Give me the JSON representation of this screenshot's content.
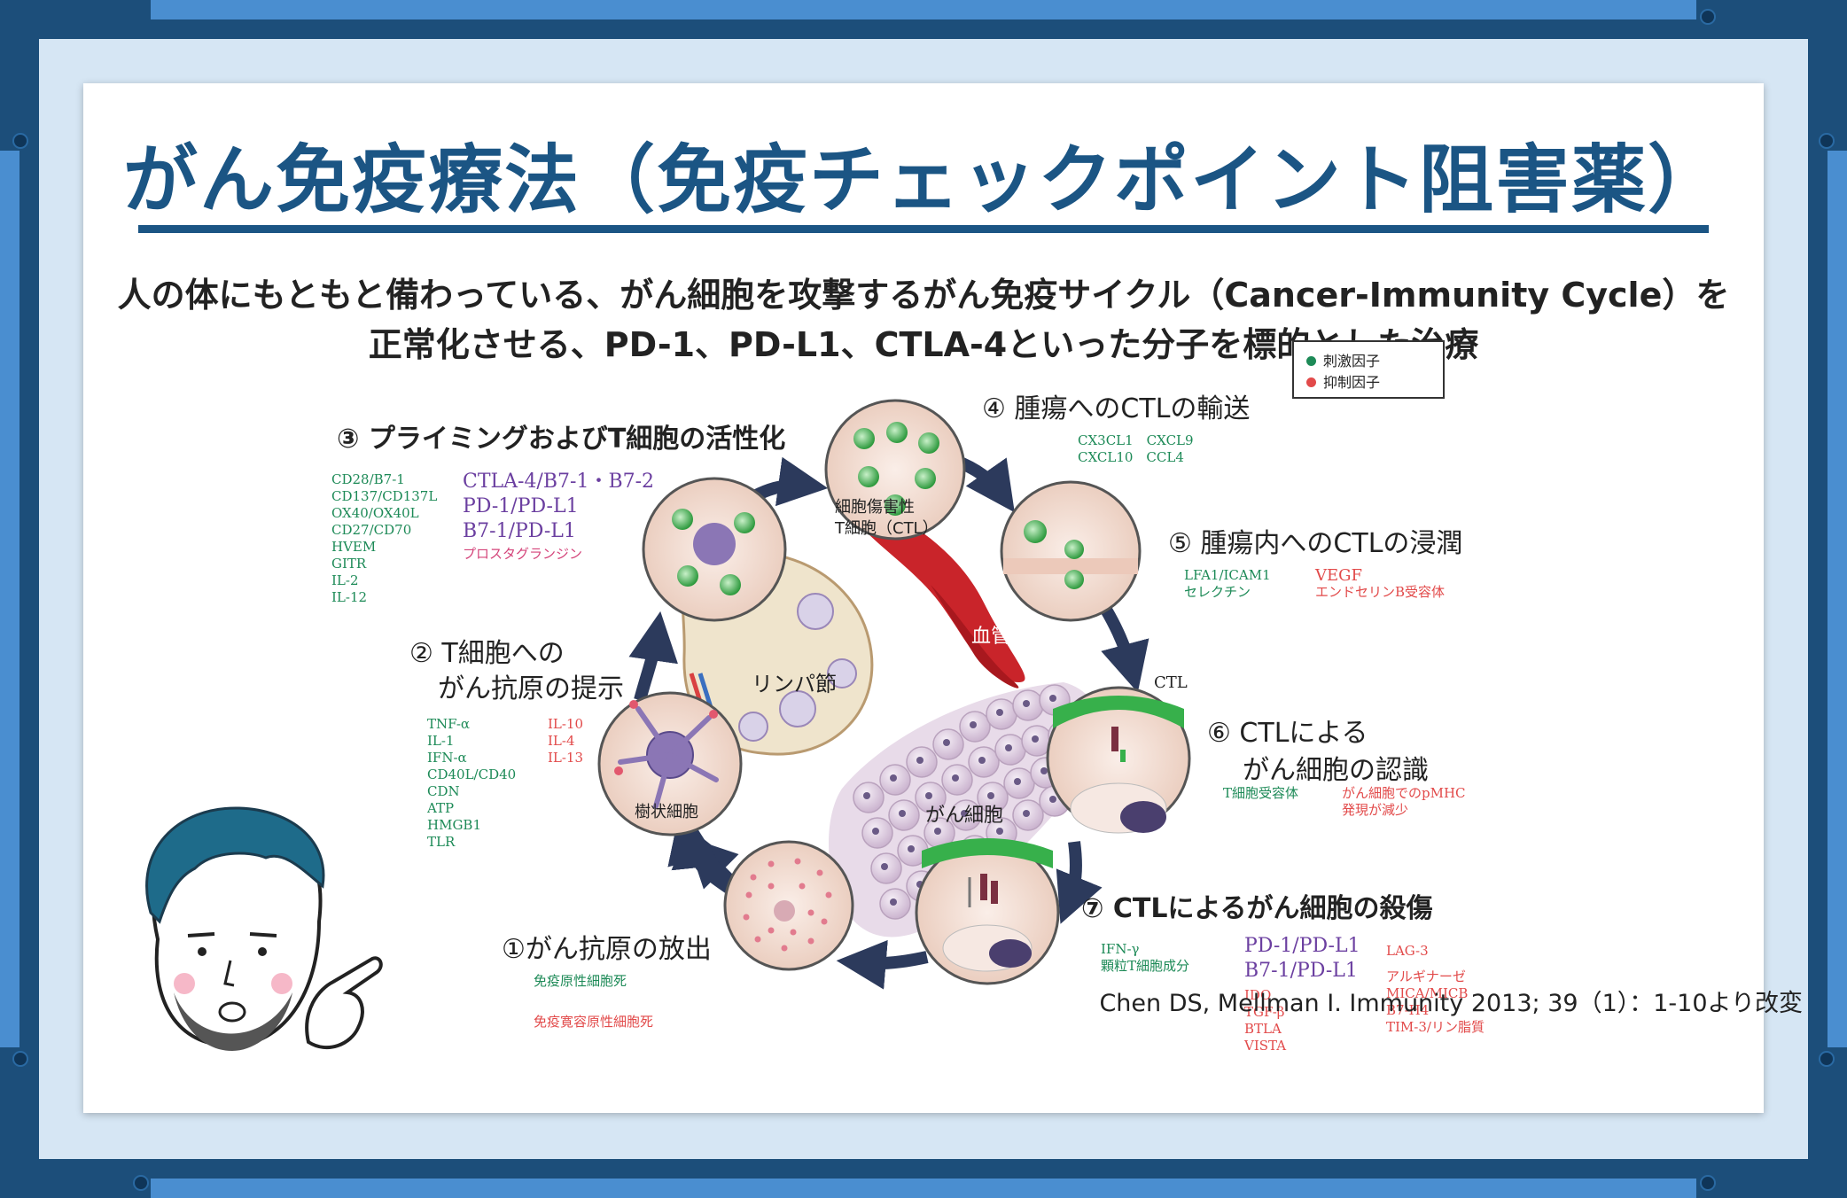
{
  "title": "がん免疫療法（免疫チェックポイント阻害薬）",
  "lead": {
    "line1": "人の体にもともと備わっている、がん細胞を攻撃するがん免疫サイクル（Cancer-Immunity Cycle）を",
    "line2": "正常化させる、PD-1、PD-L1、CTLA-4といった分子を標的とした治療"
  },
  "legend": {
    "stimulatory": "刺激因子",
    "inhibitory": "抑制因子"
  },
  "colors": {
    "title": "#1b5584",
    "stimulatory": "#1d8a57",
    "inhibitory": "#e24a4a",
    "checkpoint": "#6b3fa0",
    "vessel": "#c9242a"
  },
  "steps": {
    "s1": "①がん抗原の放出",
    "s2_line1": "② T細胞への",
    "s2_line2": "がん抗原の提示",
    "s3": "③ プライミングおよびT細胞の活性化",
    "s4": "④ 腫瘍へのCTLの輸送",
    "s5": "⑤ 腫瘍内へのCTLの浸潤",
    "s6_line1": "⑥ CTLによる",
    "s6_line2": "がん細胞の認識",
    "s7": "⑦ CTLによるがん細胞の殺傷"
  },
  "diagram_labels": {
    "lymph_node": "リンパ節",
    "dendritic_cell": "樹状細胞",
    "ctl_line1": "細胞傷害性",
    "ctl_line2": "T細胞（CTL）",
    "vessel": "血管",
    "cancer_cell": "がん細胞",
    "ctl": "CTL"
  },
  "factors": {
    "s1_green": "免疫原性細胞死",
    "s1_red": "免疫寛容原性細胞死",
    "s2_green": [
      "TNF-α",
      "IL-1",
      "IFN-α",
      "CD40L/CD40",
      "CDN",
      "ATP",
      "HMGB1",
      "TLR"
    ],
    "s2_red": [
      "IL-10",
      "IL-4",
      "IL-13"
    ],
    "s3_green": [
      "CD28/B7-1",
      "CD137/CD137L",
      "OX40/OX40L",
      "CD27/CD70",
      "HVEM",
      "GITR",
      "IL-2",
      "IL-12"
    ],
    "s3_purple": [
      "CTLA-4/B7-1・B7-2",
      "PD-1/PD-L1",
      "B7-1/PD-L1"
    ],
    "s3_pink": "プロスタグランジン",
    "s4_green": [
      "CX3CL1　CXCL9",
      "CXCL10　CCL4"
    ],
    "s5_green": [
      "LFA1/ICAM1",
      "セレクチン"
    ],
    "s5_red": [
      "VEGF",
      "エンドセリンB受容体"
    ],
    "s6_green": "T細胞受容体",
    "s6_red": [
      "がん細胞でのpMHC",
      "発現が減少"
    ],
    "s7_green": [
      "IFN-γ",
      "顆粒T細胞成分"
    ],
    "s7_purple": [
      "PD-1/PD-L1",
      "B7-1/PD-L1"
    ],
    "s7_red_col1": [
      "IDO",
      "TGF-β",
      "BTLA",
      "VISTA"
    ],
    "s7_red_col2": [
      "LAG-3",
      "アルギナーゼ",
      "MICA/MICB",
      "B7-H4",
      "TIM-3/リン脂質"
    ]
  },
  "citation": "Chen DS, Mellman I. Immunity 2013; 39（1）：1-10より改変"
}
